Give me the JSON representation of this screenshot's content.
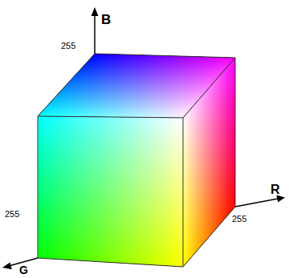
{
  "diagram": {
    "labels": [
      "B",
      "255",
      "R",
      "255",
      "255",
      "G"
    ]
  }
}
